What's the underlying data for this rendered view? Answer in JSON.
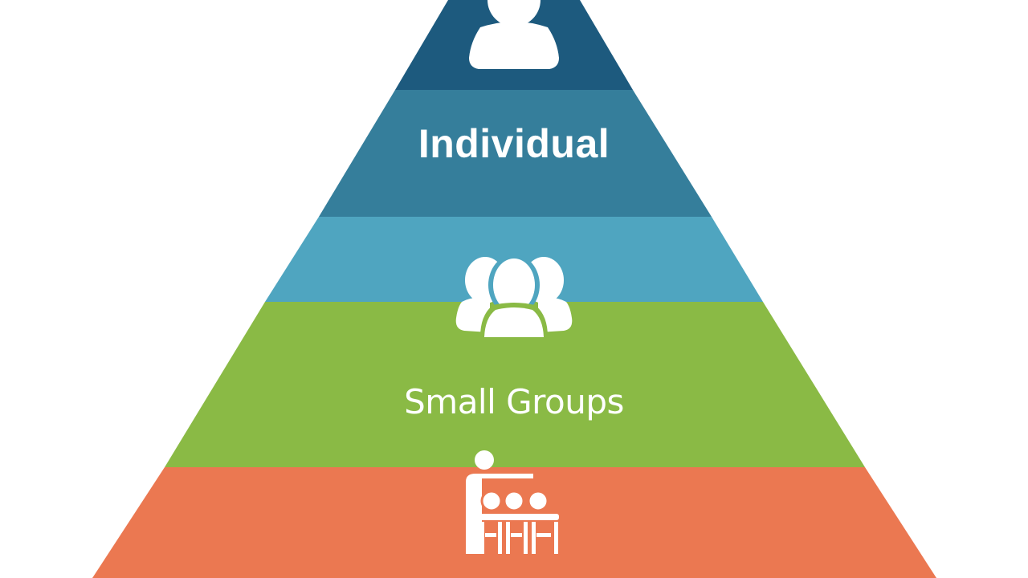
{
  "diagram": {
    "type": "pyramid",
    "levels": [
      {
        "id": "top",
        "label": "",
        "icon": "person-icon",
        "color": "#1d5a7e"
      },
      {
        "id": "individual",
        "label": "Individual",
        "icon": "",
        "color": "#357e9b"
      },
      {
        "id": "light-blue",
        "label": "",
        "icon": "group-icon",
        "color": "#4fa5c0"
      },
      {
        "id": "small-groups",
        "label": "Small Groups",
        "icon": "",
        "color": "#8aba45"
      },
      {
        "id": "base",
        "label": "",
        "icon": "classroom-teacher-icon",
        "color": "#eb7851"
      }
    ]
  }
}
